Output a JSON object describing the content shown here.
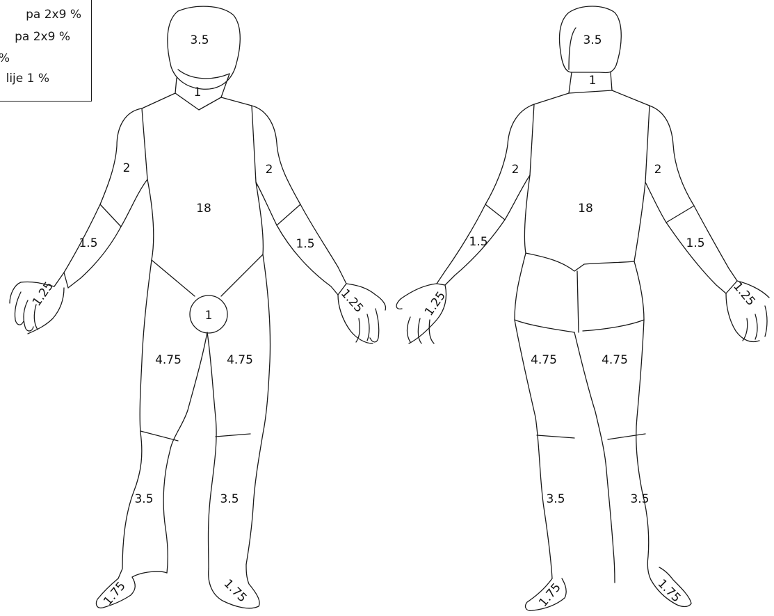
{
  "legend": {
    "lines": [
      "pa 2x9 %",
      "pa 2x9 %",
      "%",
      "lije 1 %"
    ]
  },
  "diagram": {
    "views": [
      {
        "view": "front",
        "regions": {
          "head": "3.5",
          "neck": "1",
          "trunk": "18",
          "upper_arm_left": "2",
          "upper_arm_right": "2",
          "forearm_left": "1.5",
          "forearm_right": "1.5",
          "hand_left": "1.25",
          "hand_right": "1.25",
          "genitals": "1",
          "thigh_left": "4.75",
          "thigh_right": "4.75",
          "lower_leg_left": "3.5",
          "lower_leg_right": "3.5",
          "foot_left": "1.75",
          "foot_right": "1.75"
        }
      },
      {
        "view": "back",
        "regions": {
          "head": "3.5",
          "neck": "1",
          "trunk": "18",
          "upper_arm_left": "2",
          "upper_arm_right": "2",
          "forearm_left": "1.5",
          "forearm_right": "1.5",
          "hand_left": "1.25",
          "hand_right": "1.25",
          "thigh_left": "4.75",
          "thigh_right": "4.75",
          "lower_leg_left": "3.5",
          "lower_leg_right": "3.5",
          "foot_left": "1.75",
          "foot_right": "1.75"
        }
      }
    ]
  }
}
